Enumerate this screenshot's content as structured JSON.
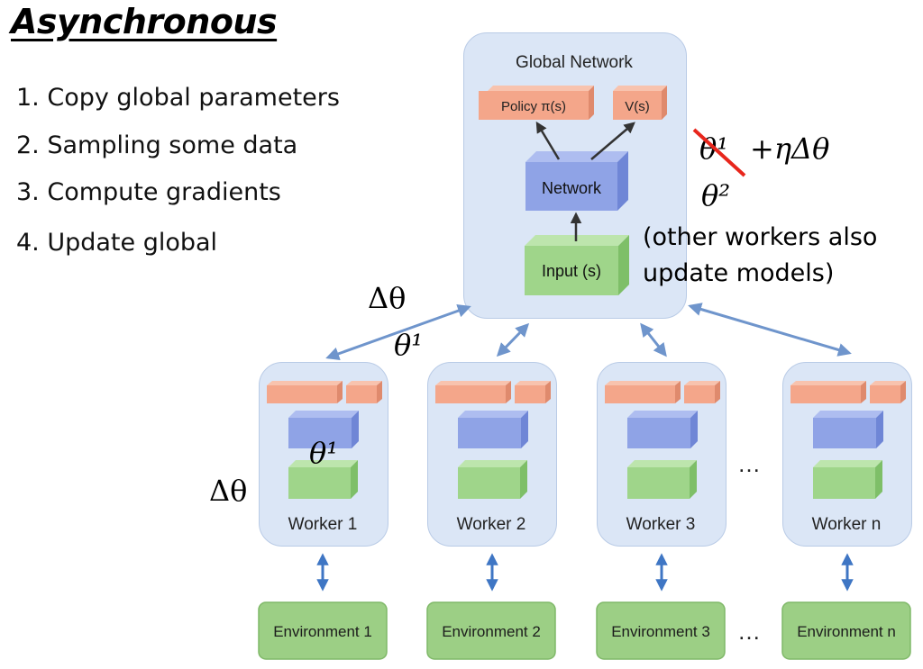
{
  "title": "Asynchronous",
  "steps": [
    "1. Copy global parameters",
    "2. Sampling some data",
    "3. Compute gradients",
    "4. Update global"
  ],
  "global_network": {
    "title": "Global Network",
    "policy_label": "Policy π(s)",
    "value_label": "V(s)",
    "network_label": "Network",
    "input_label": "Input (s)"
  },
  "workers": [
    {
      "label": "Worker 1",
      "environment": "Environment 1"
    },
    {
      "label": "Worker 2",
      "environment": "Environment 2"
    },
    {
      "label": "Worker 3",
      "environment": "Environment 3"
    },
    {
      "label": "Worker n",
      "environment": "Environment n"
    }
  ],
  "ellipsis": "…",
  "annotations": {
    "theta1_struck": "θ¹",
    "update_term": "+ηΔθ",
    "theta2": "θ²",
    "note_line1": "(other workers also",
    "note_line2": "update models)",
    "delta_theta_top": "Δθ",
    "theta1_top": "θ¹",
    "theta1_worker": "θ¹",
    "delta_theta_left": "Δθ"
  },
  "colors": {
    "panel": "#dbe6f6",
    "policy_box": "#f4a68a",
    "network_box": "#8fa3e6",
    "input_box": "#9fd58a",
    "environment_box": "#9ccf85",
    "arrow": "#6f95cc",
    "strike": "#e8261c"
  }
}
